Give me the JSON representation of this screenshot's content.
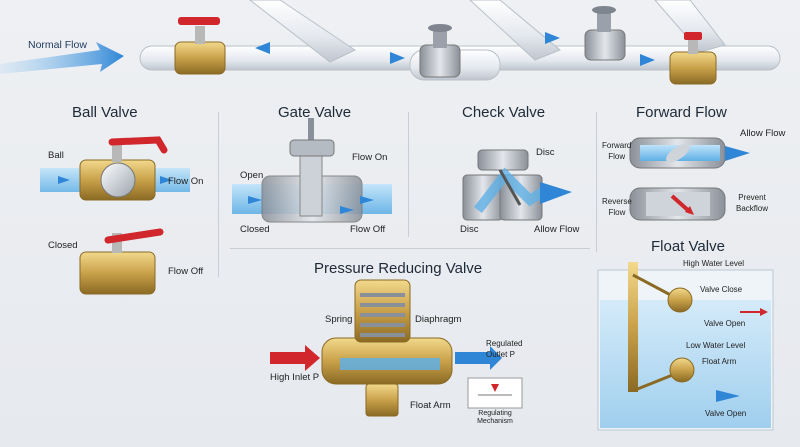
{
  "header": {
    "normal_flow": "Normal Flow"
  },
  "ball_valve": {
    "title": "Ball Valve",
    "ball": "Ball",
    "flow_on": "Flow On",
    "closed": "Closed",
    "flow_off": "Flow Off"
  },
  "gate_valve": {
    "title": "Gate Valve",
    "open": "Open",
    "flow_on": "Flow On",
    "closed": "Closed",
    "flow_off": "Flow Off"
  },
  "check_valve": {
    "title": "Check Valve",
    "disc_top": "Disc",
    "disc_bottom": "Disc",
    "allow_flow": "Allow Flow"
  },
  "forward_flow": {
    "title": "Forward Flow",
    "forward_flow": "Forward\nFlow",
    "allow_flow": "Allow Flow",
    "reverse_flow": "Reverse\nFlow",
    "prevent_backflow": "Prevent\nBackflow"
  },
  "prv": {
    "title": "Pressure Reducing Valve",
    "spring": "Spring",
    "diaphragm": "Diaphragm",
    "regulated_outlet": "Regulated\nOutlet P",
    "high_inlet": "High Inlet P",
    "float_arm": "Float Arm",
    "regulating_mechanism": "Regulating\nMechanism"
  },
  "float_valve": {
    "title": "Float Valve",
    "high_water_level": "High Water Level",
    "valve_close": "Valve Close",
    "valve_open_top": "Valve Open",
    "low_water_level": "Low Water Level",
    "float_arm": "Float Arm",
    "valve_open_bottom": "Valve Open"
  },
  "colors": {
    "water": "#7cc3ee",
    "flow_arrow": "#2f86d6",
    "brass": "#c9a14a",
    "handle_red": "#d0262c",
    "steel": "#a9afb8"
  }
}
